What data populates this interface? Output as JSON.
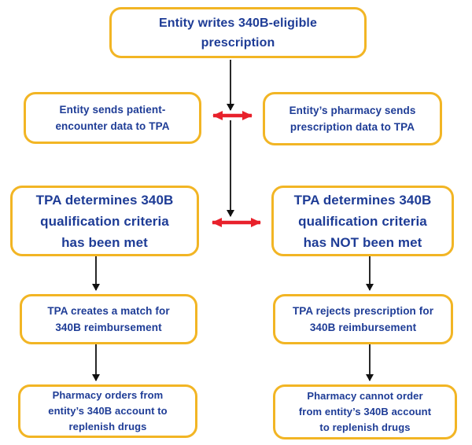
{
  "diagram": {
    "type": "flowchart",
    "topic": "340B TPA prescription qualification flow",
    "colors": {
      "box_border": "#F2B524",
      "box_fill": "#FFFFFF",
      "text": "#1E3C96",
      "flow_arrow": "#111111",
      "exchange_arrow": "#E8212B",
      "background": "#FFFFFF"
    },
    "nodes": [
      {
        "id": "entity-writes-prescription",
        "label": "Entity writes 340B-eligible\nprescription"
      },
      {
        "id": "entity-sends-patient-data",
        "label": "Entity sends patient-\nencounter data to TPA"
      },
      {
        "id": "pharmacy-sends-prescription-data",
        "label": "Entity’s pharmacy sends\nprescription data to TPA"
      },
      {
        "id": "tpa-criteria-met",
        "label": "TPA determines 340B\nqualification criteria\nhas been met"
      },
      {
        "id": "tpa-criteria-not-met",
        "label": "TPA determines 340B\nqualification criteria\nhas NOT been met"
      },
      {
        "id": "tpa-creates-match",
        "label": "TPA creates a match for\n340B reimbursement"
      },
      {
        "id": "tpa-rejects-prescription",
        "label": "TPA rejects prescription for\n340B reimbursement"
      },
      {
        "id": "pharmacy-orders",
        "label": "Pharmacy orders from\nentity’s 340B account to\nreplenish drugs"
      },
      {
        "id": "pharmacy-cannot-order",
        "label": "Pharmacy cannot order\nfrom entity’s 340B account\nto replenish drugs"
      }
    ],
    "edges": [
      {
        "from": "entity-writes-prescription",
        "to": "center",
        "style": "black-down-arrow"
      },
      {
        "from": "entity-sends-patient-data",
        "to": "pharmacy-sends-prescription-data",
        "style": "red-double-arrow"
      },
      {
        "from": "center",
        "to": "qualification-row",
        "style": "black-down-arrow"
      },
      {
        "from": "tpa-criteria-met",
        "to": "tpa-criteria-not-met",
        "style": "red-double-arrow"
      },
      {
        "from": "tpa-criteria-met",
        "to": "tpa-creates-match",
        "style": "black-down-arrow"
      },
      {
        "from": "tpa-criteria-not-met",
        "to": "tpa-rejects-prescription",
        "style": "black-down-arrow"
      },
      {
        "from": "tpa-creates-match",
        "to": "pharmacy-orders",
        "style": "black-down-arrow"
      },
      {
        "from": "tpa-rejects-prescription",
        "to": "pharmacy-cannot-order",
        "style": "black-down-arrow"
      }
    ]
  }
}
